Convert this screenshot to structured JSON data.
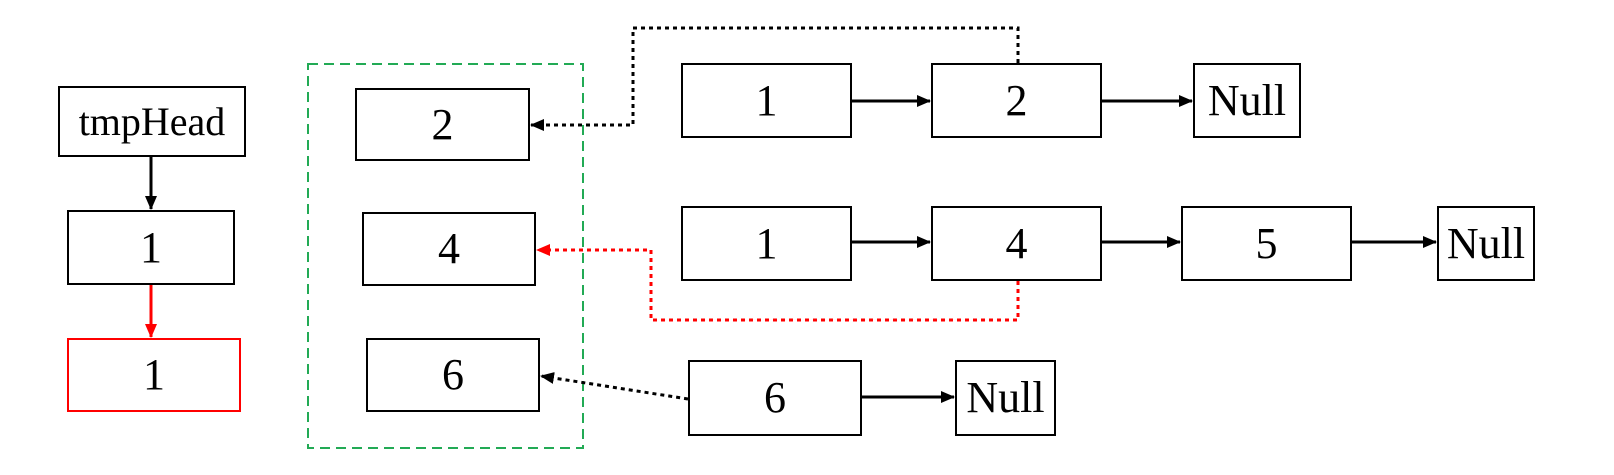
{
  "colors": {
    "stroke": "#000000",
    "highlight": "#ff0000",
    "group_border": "#22aa55"
  },
  "tmp_list": {
    "head": "tmpHead",
    "node1": "1",
    "node2": "1"
  },
  "heap": {
    "item1": "2",
    "item2": "4",
    "item3": "6"
  },
  "list_a": {
    "n1": "1",
    "n2": "2",
    "null": "Null"
  },
  "list_b": {
    "n1": "1",
    "n2": "4",
    "n3": "5",
    "null": "Null"
  },
  "list_c": {
    "n1": "6",
    "null": "Null"
  }
}
